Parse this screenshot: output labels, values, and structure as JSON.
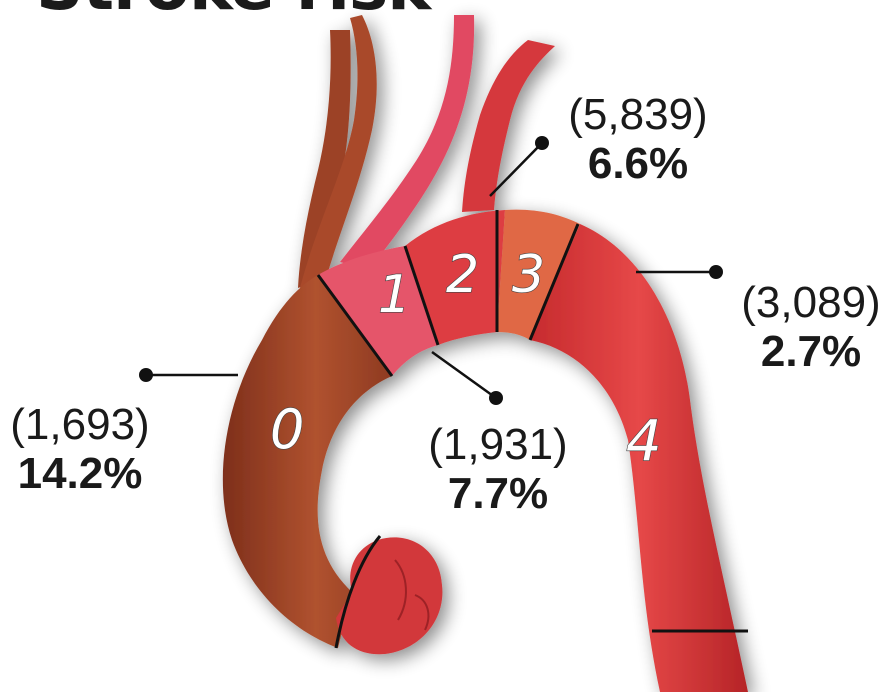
{
  "title": "Stroke risk",
  "segments": [
    {
      "id": "0",
      "count": "(1,693)",
      "percent": "14.2%"
    },
    {
      "id": "1",
      "count": "(1,931)",
      "percent": "7.7%"
    },
    {
      "id": "2",
      "count": "(5,839)",
      "percent": "6.6%"
    },
    {
      "id": "3",
      "count": "",
      "percent": ""
    },
    {
      "id": "4",
      "count": "(3,089)",
      "percent": "2.7%"
    }
  ],
  "labels": [
    {
      "count": "(1,693)",
      "percent": "14.2%"
    },
    {
      "count": "(1,931)",
      "percent": "7.7%"
    },
    {
      "count": "(5,839)",
      "percent": "6.6%"
    },
    {
      "count": "(3,089)",
      "percent": "2.7%"
    }
  ],
  "colors": {
    "ascending": "#a8482c",
    "arch_zone1": "#e4506a",
    "arch_zone2": "#de3f42",
    "arch_zone3": "#e0633e",
    "descending": "#dc3a3a",
    "boundary": "#111111"
  }
}
